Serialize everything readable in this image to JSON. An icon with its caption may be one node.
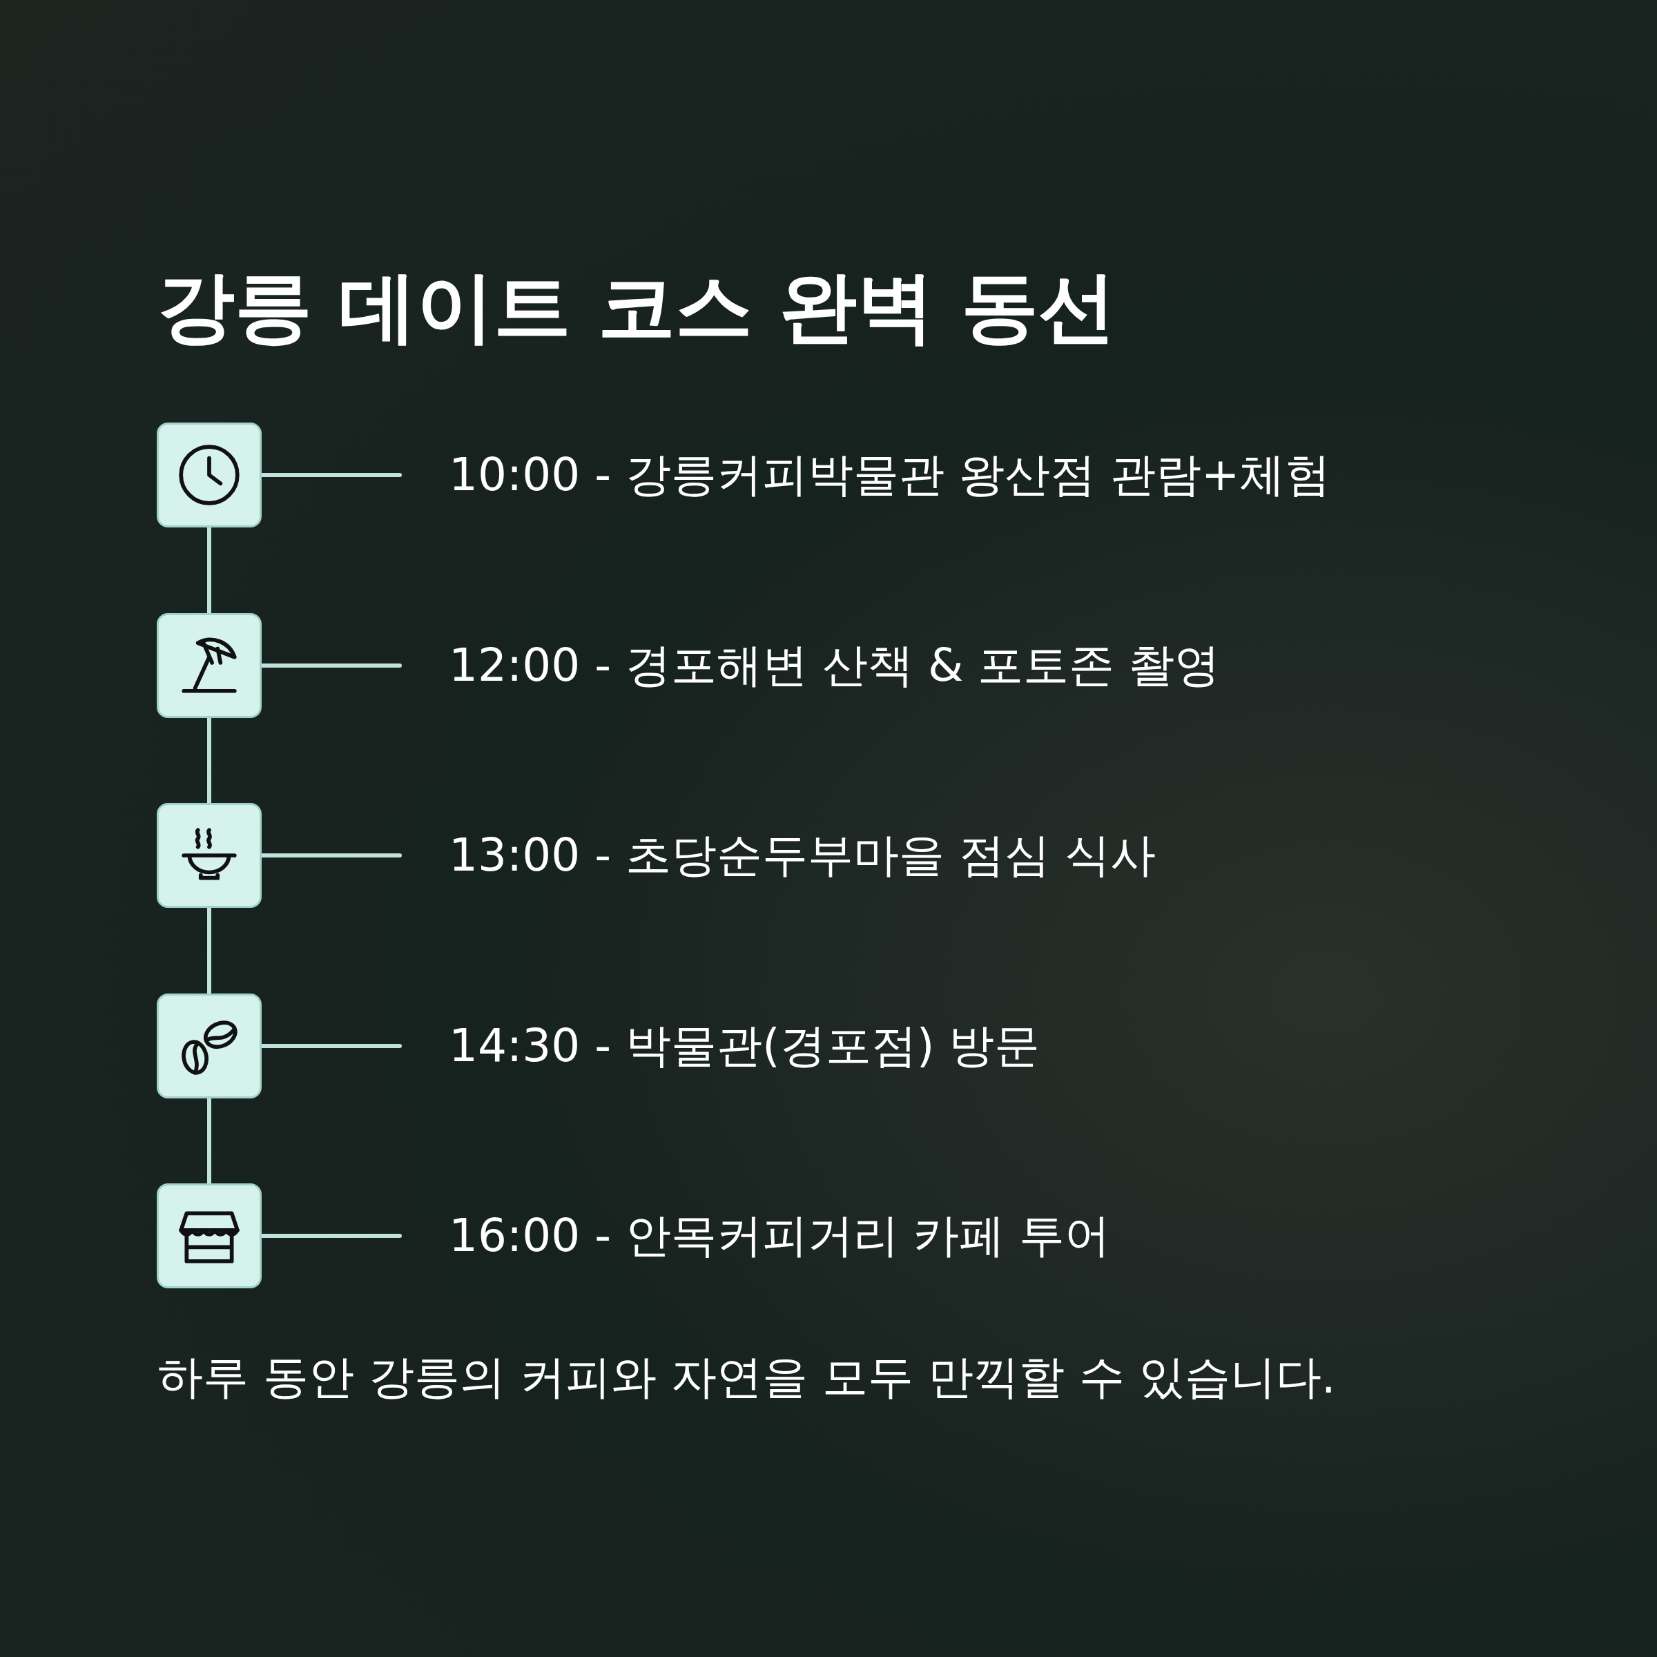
{
  "diagram": {
    "title": "강릉 데이트 코스 완벽 동선",
    "nodes": [
      {
        "text": [],
        "shape": "box"
      },
      {
        "text": [
          "10:00 - 강릉커피박물관 왕산점 관람+체험"
        ]
      },
      {
        "text": [],
        "shape": "box"
      },
      {
        "text": [
          "12:00 - 경포해변 산책 & 포토존 촬영"
        ]
      },
      {
        "text": [],
        "shape": "box"
      },
      {
        "text": [
          "13:00 - 초당순두부마을 점심 식사"
        ]
      },
      {
        "text": [],
        "shape": "box"
      },
      {
        "text": [
          "14:30 - 박물관(경포점) 방문"
        ]
      },
      {
        "text": [],
        "shape": "box"
      },
      {
        "text": [
          "16:00 - 안목커피거리 카페 투어"
        ]
      }
    ],
    "edges": [
      {
        "from": 0,
        "to": 1,
        "arrow": "none"
      },
      {
        "from": 0,
        "to": 2,
        "arrow": "none"
      },
      {
        "from": 2,
        "to": 3,
        "arrow": "none"
      },
      {
        "from": 2,
        "to": 4,
        "arrow": "none"
      },
      {
        "from": 4,
        "to": 5,
        "arrow": "none"
      },
      {
        "from": 4,
        "to": 6,
        "arrow": "none"
      },
      {
        "from": 6,
        "to": 7,
        "arrow": "none"
      },
      {
        "from": 6,
        "to": 8,
        "arrow": "none"
      },
      {
        "from": 8,
        "to": 9,
        "arrow": "none"
      }
    ],
    "caption": "하루 동안 강릉의 커피와 자연을 모두 만끽할 수 있습니다."
  }
}
